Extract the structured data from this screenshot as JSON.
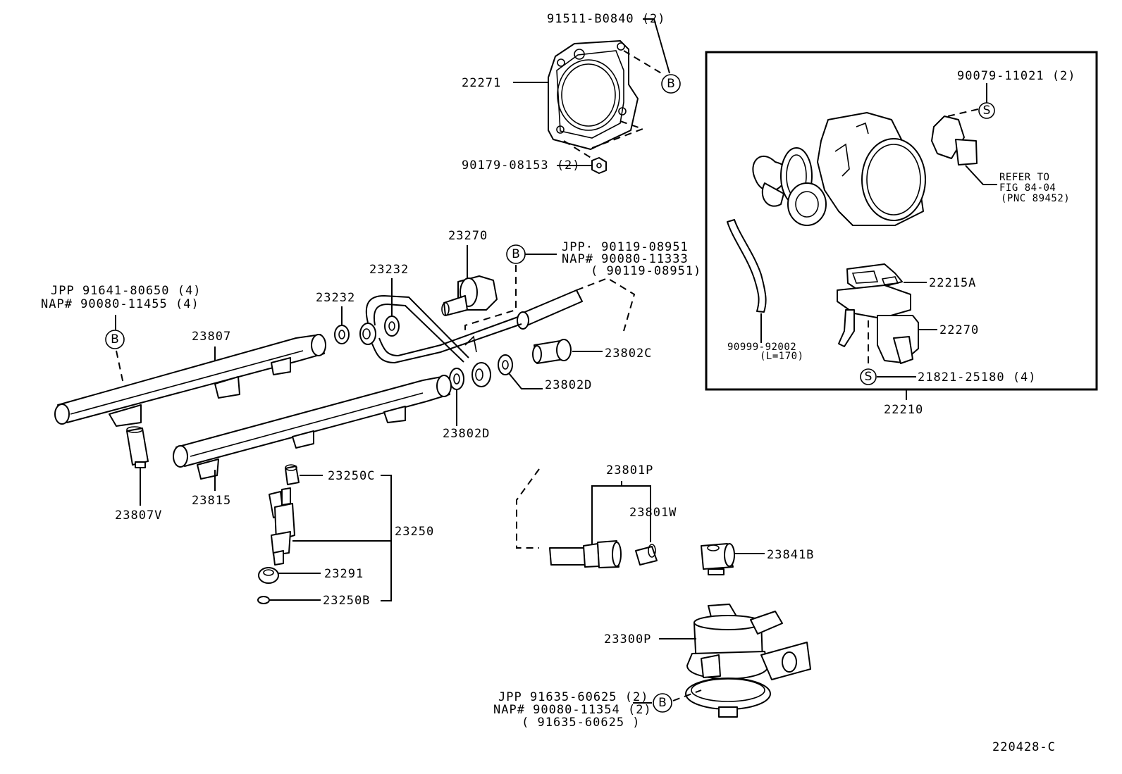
{
  "diagram": {
    "figure_code": "220428-C",
    "parts": {
      "gasket_22271": "22271",
      "bolt_91511": "91511-B0840 (2)",
      "nut_90179": "90179-08153 (2)",
      "throttle_body_22210": "22210",
      "screw_90079": "90079-11021 (2)",
      "refer_to": [
        "REFER TO",
        "FIG 84-04",
        "(PNC 89452)"
      ],
      "hose_90999": "90999-92002",
      "hose_length": "(L=170)",
      "gasket_22215A": "22215A",
      "iac_valve_22270": "22270",
      "screw_21821": "21821-25180 (4)",
      "damper_23270": "23270",
      "gasket_23232_a": "23232",
      "gasket_23232_b": "23232",
      "bolt_b_23270": [
        "JPP· 90119-08951",
        "NAP# 90080-11333",
        "( 90119-08951)"
      ],
      "rail_bolt": [
        "JPP 91641-80650 (4)",
        "NAP# 90080-11455 (4)"
      ],
      "rail_23807": "23807",
      "union_bolt_23802C": "23802C",
      "gasket_23802D_a": "23802D",
      "gasket_23802D_b": "23802D",
      "rail_23815": "23815",
      "insulator_23807V": "23807V",
      "cushion_23250C": "23250C",
      "injector_23250": "23250",
      "insulator_23291": "23291",
      "oring_23250B": "23250B",
      "tube_23801P": "23801P",
      "clip_23801W": "23801W",
      "clip_23841B": "23841B",
      "regulator_23300P": "23300P",
      "regulator_bolt": [
        "JPP  91635-60625 (2)",
        "NAP# 90080-11354 (2)",
        "( 91635-60625 )"
      ]
    },
    "ref_markers": {
      "bolt": "B",
      "screw": "S"
    }
  }
}
